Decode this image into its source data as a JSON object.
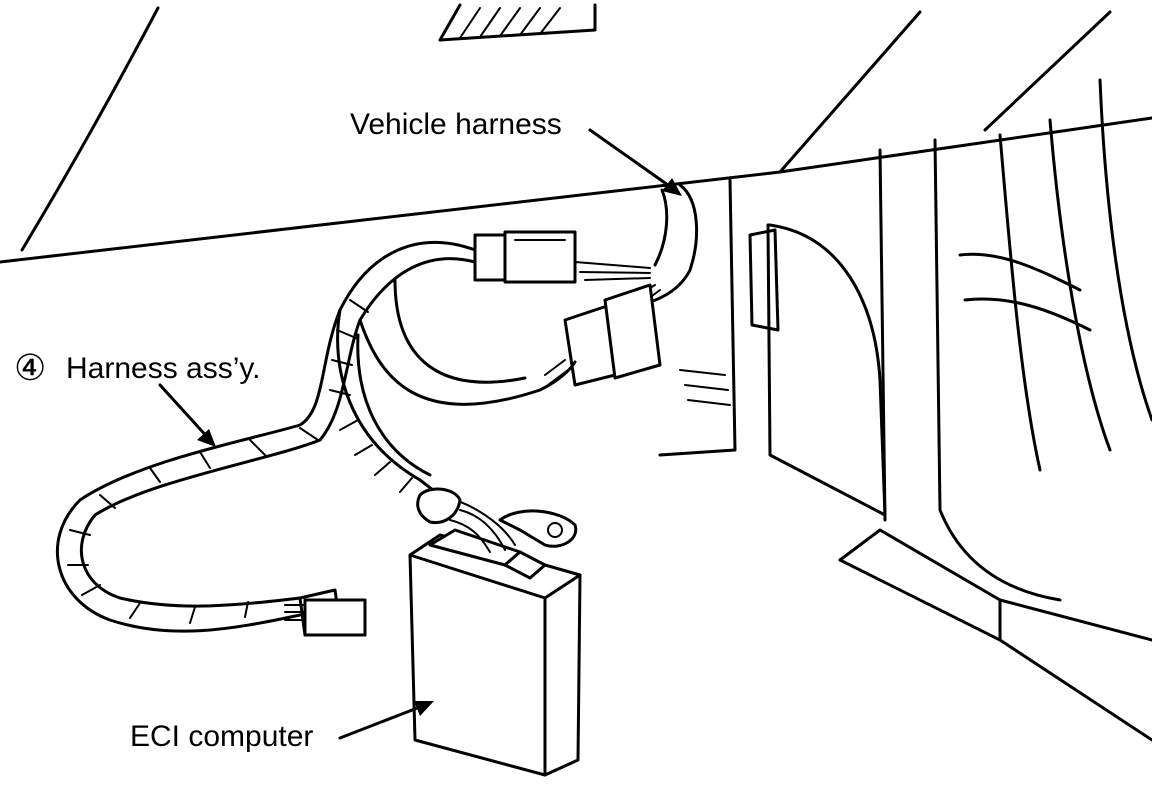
{
  "labels": {
    "vehicle_harness": "Vehicle harness",
    "harness_assy_number": "④",
    "harness_assy": "Harness ass’y.",
    "eci_computer": "ECI computer"
  }
}
